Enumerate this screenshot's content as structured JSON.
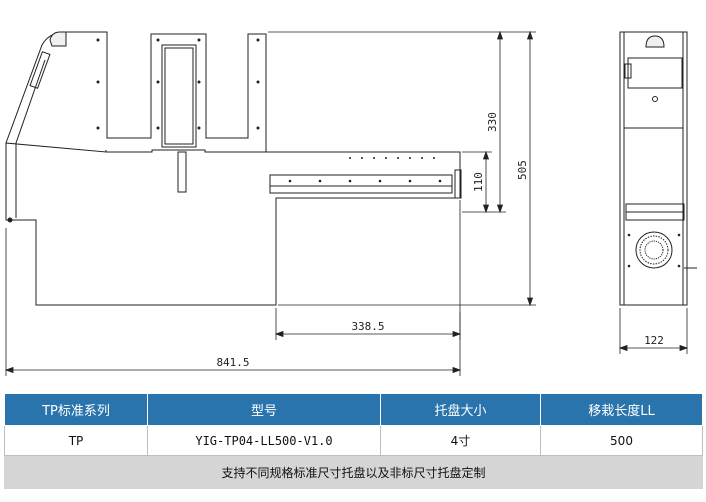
{
  "drawing": {
    "dimensions": {
      "total_width": "841.5",
      "inner_width": "338.5",
      "height_330": "330",
      "height_505": "505",
      "height_110": "110",
      "side_width": "122"
    }
  },
  "table": {
    "headers": [
      "TP标准系列",
      "型号",
      "托盘大小",
      "移栽长度LL"
    ],
    "row": [
      "TP",
      "YIG-TP04-LL500-V1.0",
      "4寸",
      "500"
    ],
    "note": "支持不同规格标准尺寸托盘以及非标尺寸托盘定制"
  },
  "colors": {
    "header_bg": "#2a74ad",
    "note_bg": "#d5d5d5"
  }
}
